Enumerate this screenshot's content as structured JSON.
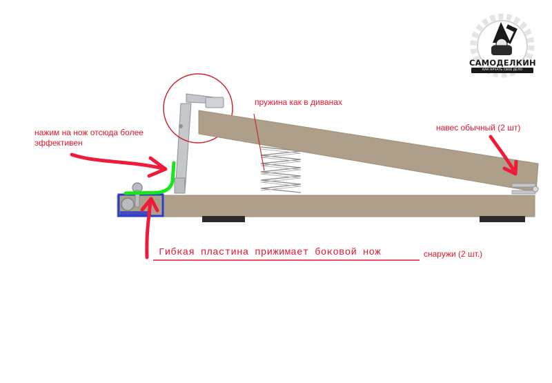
{
  "labels": {
    "press_knife": "нажим на нож  отсюда более эффективен",
    "spring": "пружина  как в диванах",
    "hinge": "навес обычный (2 шт)",
    "plate_main": "Гибкая пластина прижимает боковой нож",
    "plate_suffix": "снаружи (2 шт.)"
  },
  "logo": {
    "brand": "САМОДЕЛКИН",
    "tagline": "КАК НАЧАТЬ СВОЕ ДЕЛО"
  },
  "colors": {
    "wood": "#ad9f8a",
    "wood_edge": "#a59680",
    "annotation_red": "#e8142b",
    "flex_plate_green": "#19e619",
    "clamp_blue": "#2a3cc8",
    "foot_dark": "#2a2a2a",
    "knife_metal": "#b9bcc0",
    "spring_gray": "#8a8a8a"
  },
  "icons": {
    "logo": "gnome-gear-logo"
  }
}
